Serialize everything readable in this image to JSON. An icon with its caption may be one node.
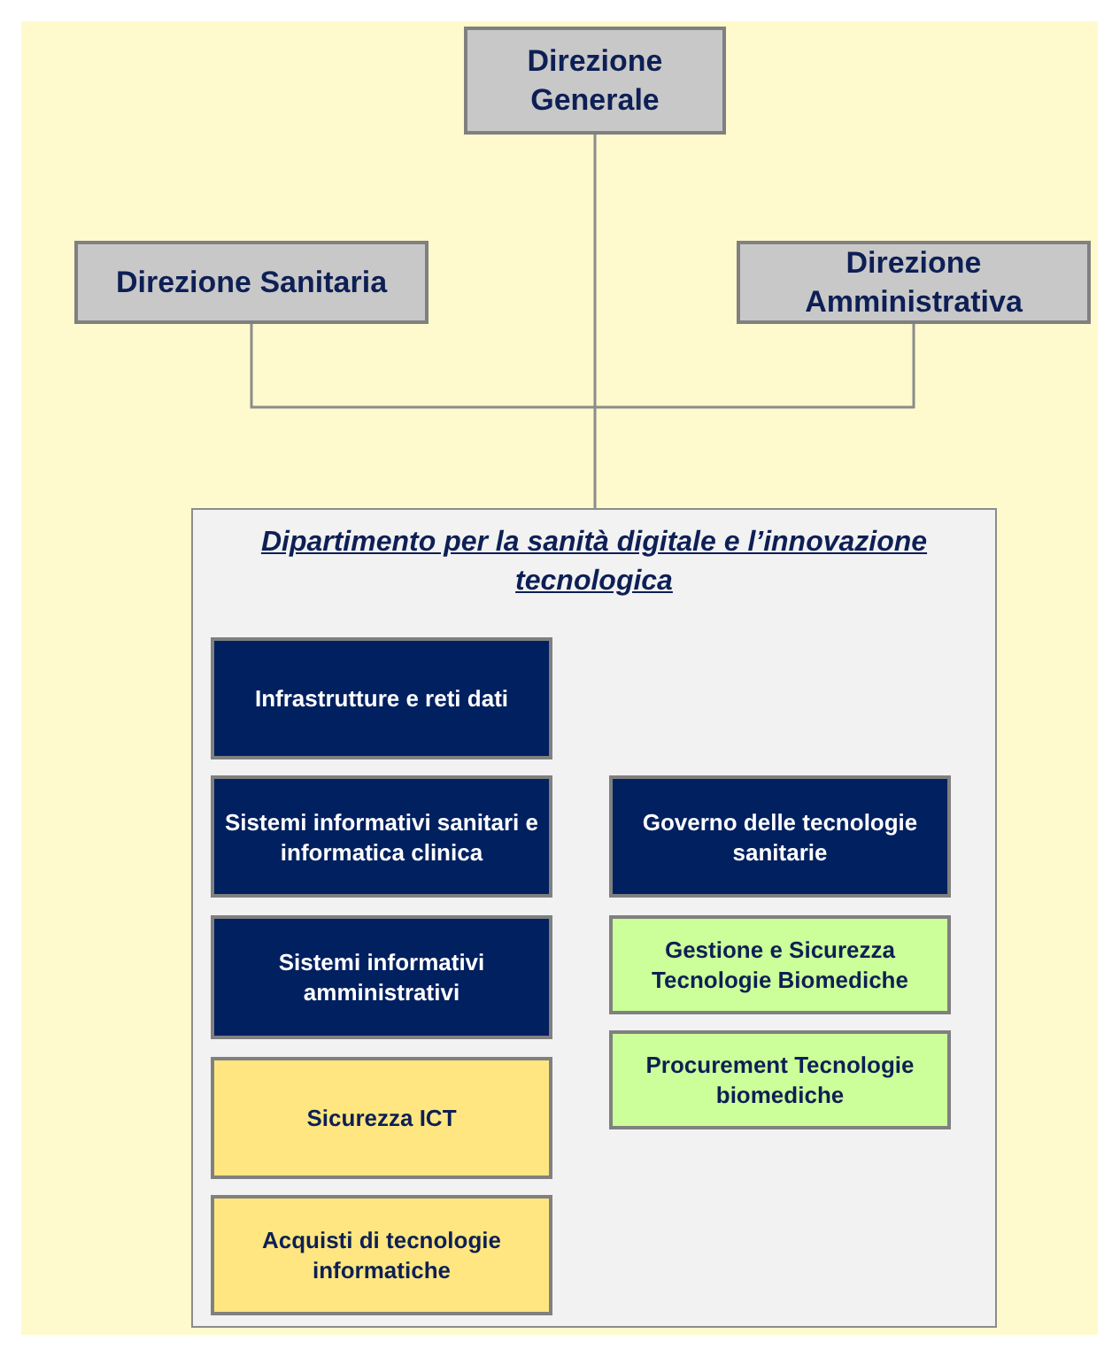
{
  "diagram": {
    "nodes": [
      {
        "text": [
          "Direzione Generale"
        ]
      },
      {
        "text": [
          "Direzione Sanitaria"
        ]
      },
      {
        "text": [
          "Direzione Amministrativa"
        ]
      },
      {
        "text": [
          "Dipartimento per la sanità digitale e l’innovazione tecnologica"
        ]
      },
      {
        "text": [
          "Infrastrutture e reti dati"
        ],
        "in": 3
      },
      {
        "text": [
          "Sistemi informativi sanitari e informatica clinica"
        ],
        "in": 3
      },
      {
        "text": [
          "Sistemi informativi amministrativi"
        ],
        "in": 3
      },
      {
        "text": [
          "Sicurezza ICT"
        ],
        "in": 3
      },
      {
        "text": [
          "Acquisti di tecnologie informatiche"
        ],
        "in": 3
      },
      {
        "text": [
          "Governo delle tecnologie sanitarie"
        ],
        "in": 3
      },
      {
        "text": [
          "Gestione e Sicurezza Tecnologie Biomediche"
        ],
        "in": 3
      },
      {
        "text": [
          "Procurement Tecnologie biomediche"
        ],
        "in": 3
      }
    ],
    "edges": [
      {
        "from": 0,
        "to": 3,
        "arrow": "none"
      },
      {
        "from": 1,
        "to": 2,
        "arrow": "none"
      }
    ]
  }
}
